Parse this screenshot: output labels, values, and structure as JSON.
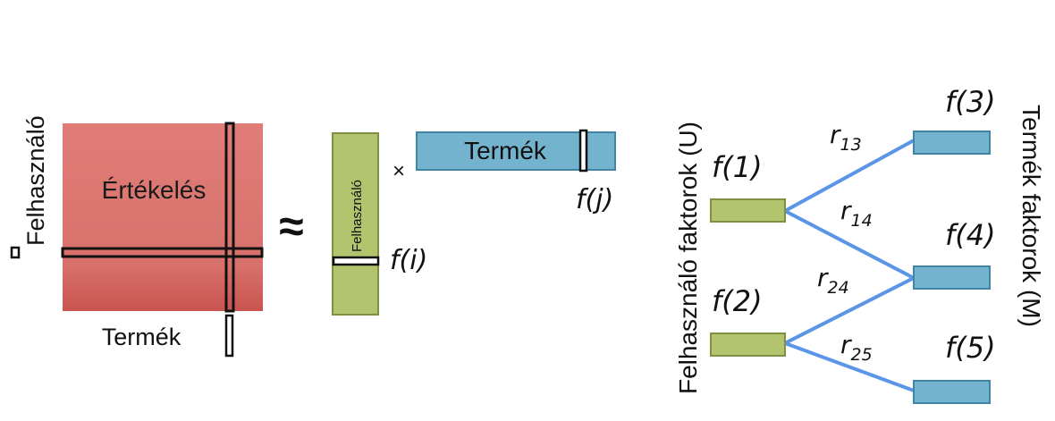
{
  "left": {
    "matrix_label": "Értékelés",
    "row_axis_label": "Felhasználó",
    "col_axis_label": "Termék",
    "approx_symbol": "≈"
  },
  "middle": {
    "user_vector_label": "Felhasználó",
    "item_vector_label": "Termék",
    "times_symbol": "×",
    "fi_label": "f(i)",
    "fj_label": "f(j)"
  },
  "right": {
    "user_factors_title": "Felhasználó faktorok (U)",
    "item_factors_title": "Termék faktorok (M)",
    "user_nodes": [
      {
        "label": "f(1)"
      },
      {
        "label": "f(2)"
      }
    ],
    "item_nodes": [
      {
        "label": "f(3)"
      },
      {
        "label": "f(4)"
      },
      {
        "label": "f(5)"
      }
    ],
    "edges": [
      {
        "base": "r",
        "sub": "13"
      },
      {
        "base": "r",
        "sub": "14"
      },
      {
        "base": "r",
        "sub": "24"
      },
      {
        "base": "r",
        "sub": "25"
      }
    ]
  },
  "colors": {
    "rating_matrix_top": "#e07d78",
    "rating_matrix_bottom": "#c9544f",
    "user_vector": "#b3c46f",
    "user_vector_border": "#7f9141",
    "item_vector": "#74b3cd",
    "item_vector_border": "#3f86a6",
    "edge": "#5b95e8"
  }
}
